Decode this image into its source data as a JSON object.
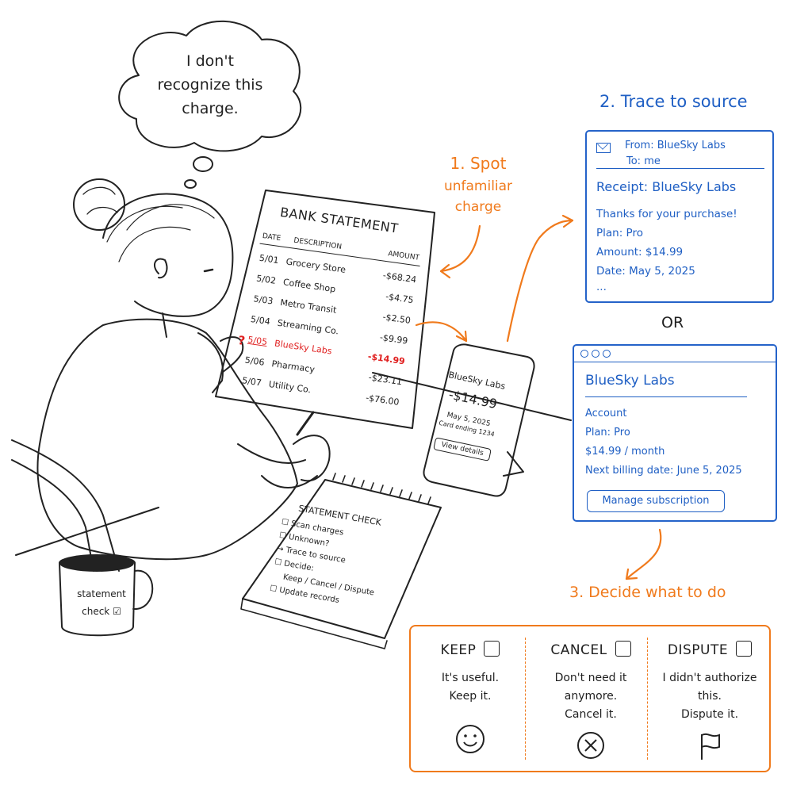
{
  "thought": {
    "lines": [
      "I don't",
      "recognize this",
      "charge."
    ]
  },
  "statement": {
    "title": "BANK STATEMENT",
    "headers": {
      "date": "DATE",
      "description": "DESCRIPTION",
      "amount": "AMOUNT"
    },
    "flag_mark": "?",
    "rows": [
      {
        "date": "5/01",
        "desc": "Grocery Store",
        "amount": "-$68.24"
      },
      {
        "date": "5/02",
        "desc": "Coffee Shop",
        "amount": "-$4.75"
      },
      {
        "date": "5/03",
        "desc": "Metro Transit",
        "amount": "-$2.50"
      },
      {
        "date": "5/04",
        "desc": "Streaming Co.",
        "amount": "-$9.99"
      },
      {
        "date": "5/05",
        "desc": "BlueSky Labs",
        "amount": "-$14.99"
      },
      {
        "date": "5/06",
        "desc": "Pharmacy",
        "amount": "-$23.11"
      },
      {
        "date": "5/07",
        "desc": "Utility Co.",
        "amount": "-$76.00"
      }
    ]
  },
  "phone": {
    "merchant": "BlueSky Labs",
    "amount": "-$14.99",
    "date": "May 5, 2025",
    "card": "Card ending 1234",
    "button": "View details"
  },
  "notebook": {
    "title": "STATEMENT CHECK",
    "items": [
      "☐ Scan charges",
      "☐ Unknown?",
      "→ Trace to source",
      "☐ Decide:",
      "Keep / Cancel / Dispute",
      "☐ Update records"
    ]
  },
  "mug": {
    "line1": "statement",
    "line2": "check",
    "check_glyph": "☑"
  },
  "steps": {
    "step1": [
      "1. Spot",
      "unfamiliar",
      "charge"
    ],
    "step2": "2. Trace to source",
    "or": "OR",
    "step3": "3. Decide what to do"
  },
  "email": {
    "from": "From: BlueSky Labs",
    "to": "To: me",
    "subject": "Receipt: BlueSky Labs",
    "lines": [
      "Thanks for your purchase!",
      "Plan: Pro",
      "Amount: $14.99",
      "Date: May 5, 2025",
      "..."
    ]
  },
  "account": {
    "name": "BlueSky Labs",
    "lines": [
      "Account",
      "Plan: Pro",
      "$14.99 / month",
      "Next billing date: June 5, 2025"
    ],
    "button": "Manage subscription"
  },
  "decision": {
    "keep": {
      "label": "KEEP",
      "lines": [
        "It's useful.",
        "Keep it."
      ]
    },
    "cancel": {
      "label": "CANCEL",
      "lines": [
        "Don't need it",
        "anymore.",
        "Cancel it."
      ]
    },
    "dispute": {
      "label": "DISPUTE",
      "lines": [
        "I didn't authorize",
        "this.",
        "Dispute it."
      ]
    }
  },
  "colors": {
    "orange": "#f07a1c",
    "blue": "#1f5fc4",
    "red": "#e02020",
    "ink": "#1f1f1f"
  }
}
